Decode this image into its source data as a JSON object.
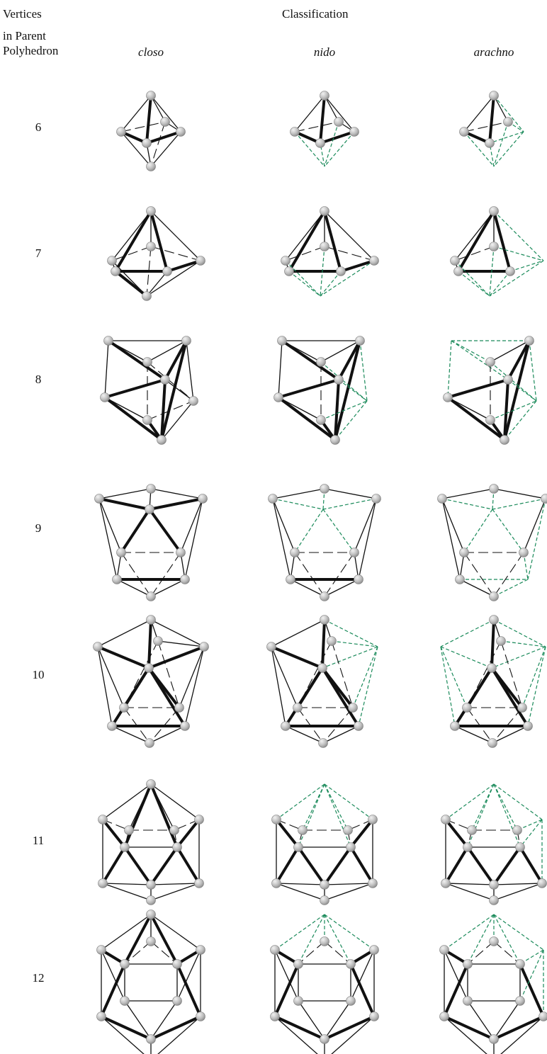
{
  "header": {
    "vertices_line1": "Vertices",
    "vertices_line2": "in Parent",
    "vertices_line3": "Polyhedron",
    "classification": "Classification"
  },
  "columns": [
    "closo",
    "nido",
    "arachno"
  ],
  "rows": [
    "6",
    "7",
    "8",
    "9",
    "10",
    "11",
    "12"
  ],
  "colors": {
    "edge": "#111111",
    "removed_edge": "#1a8a5a",
    "atom_light": "#f2f2f2",
    "atom_dark": "#8a8a8a"
  }
}
